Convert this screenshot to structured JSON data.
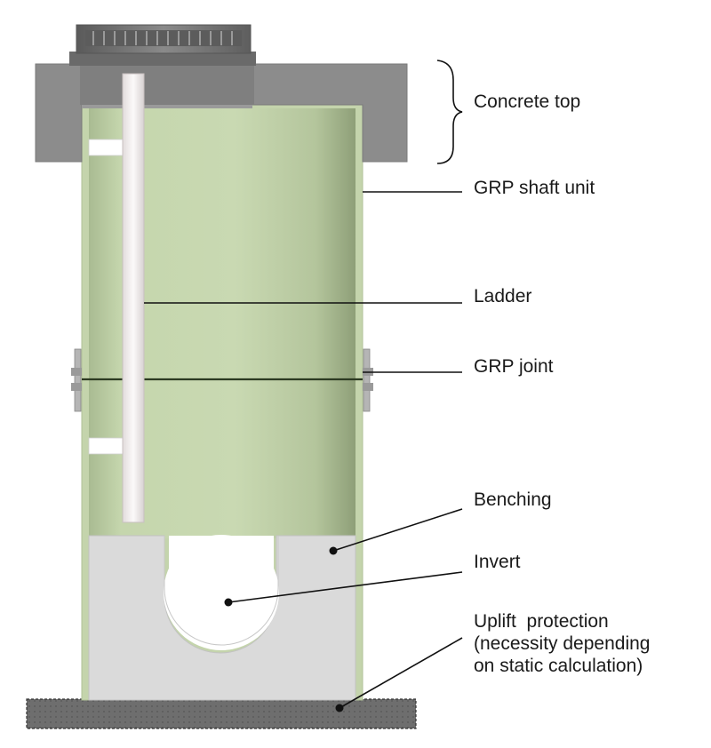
{
  "labels": {
    "concrete_top": "Concrete top",
    "grp_shaft_unit": "GRP shaft unit",
    "ladder": "Ladder",
    "grp_joint": "GRP joint",
    "benching": "Benching",
    "invert": "Invert",
    "uplift_line1": "Uplift  protection",
    "uplift_line2": "(necessity depending",
    "uplift_line3": "on static calculation)"
  },
  "colors": {
    "concrete": "#8c8c8c",
    "grp_shaft": "#c8d8b0",
    "benching": "#dcdcdc",
    "ladder": "#f2f0f0",
    "base_plate": "#707070"
  }
}
